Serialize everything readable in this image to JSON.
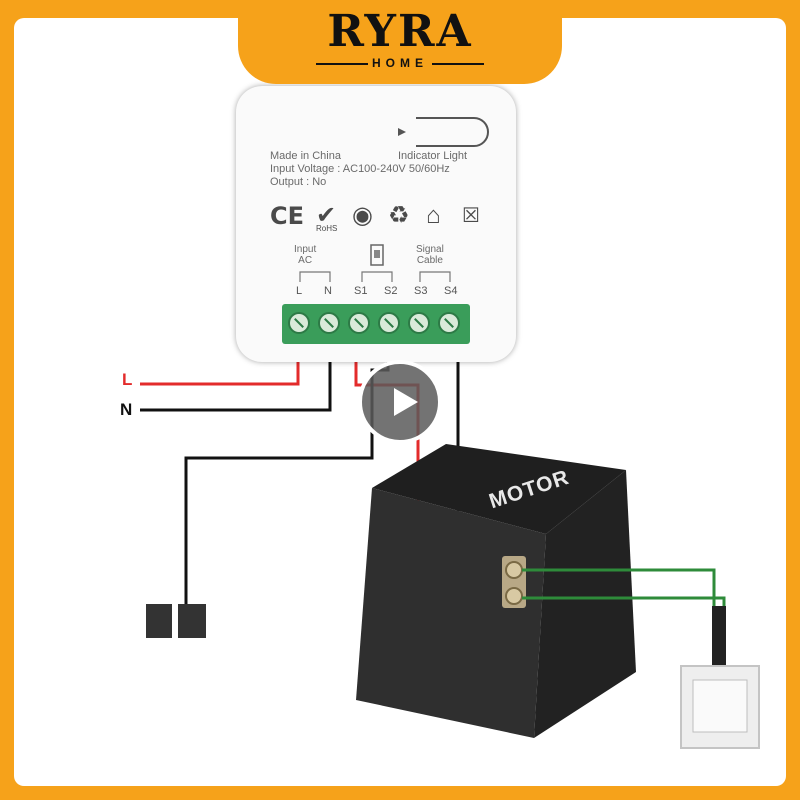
{
  "brand": {
    "name": "RYRA",
    "sub": "HOME"
  },
  "device": {
    "made_in": "Made in China",
    "input_voltage": "Input Voltage : AC100-240V 50/60Hz",
    "output": "Output  :  No",
    "indicator": "Indicator Light",
    "cert_icons": [
      "ce-mark-icon",
      "rohs-icon",
      "green-dot-icon",
      "recycle-icon",
      "house-icon",
      "weee-bin-icon"
    ],
    "rohs_text": "RoHS",
    "input_ac_label": "Input\nAC",
    "signal_cable_label": "Signal\nCable",
    "pins": [
      "L",
      "N",
      "S1",
      "S2",
      "S3",
      "S4"
    ]
  },
  "wires": {
    "live": "L",
    "neutral": "N"
  },
  "motor_label": "MOTOR",
  "colors": {
    "accent": "#f6a21a",
    "live_wire": "#e32b2b",
    "neutral_wire": "#111111",
    "signal_wire": "#2e8b3a",
    "terminal": "#3a9d5a"
  }
}
